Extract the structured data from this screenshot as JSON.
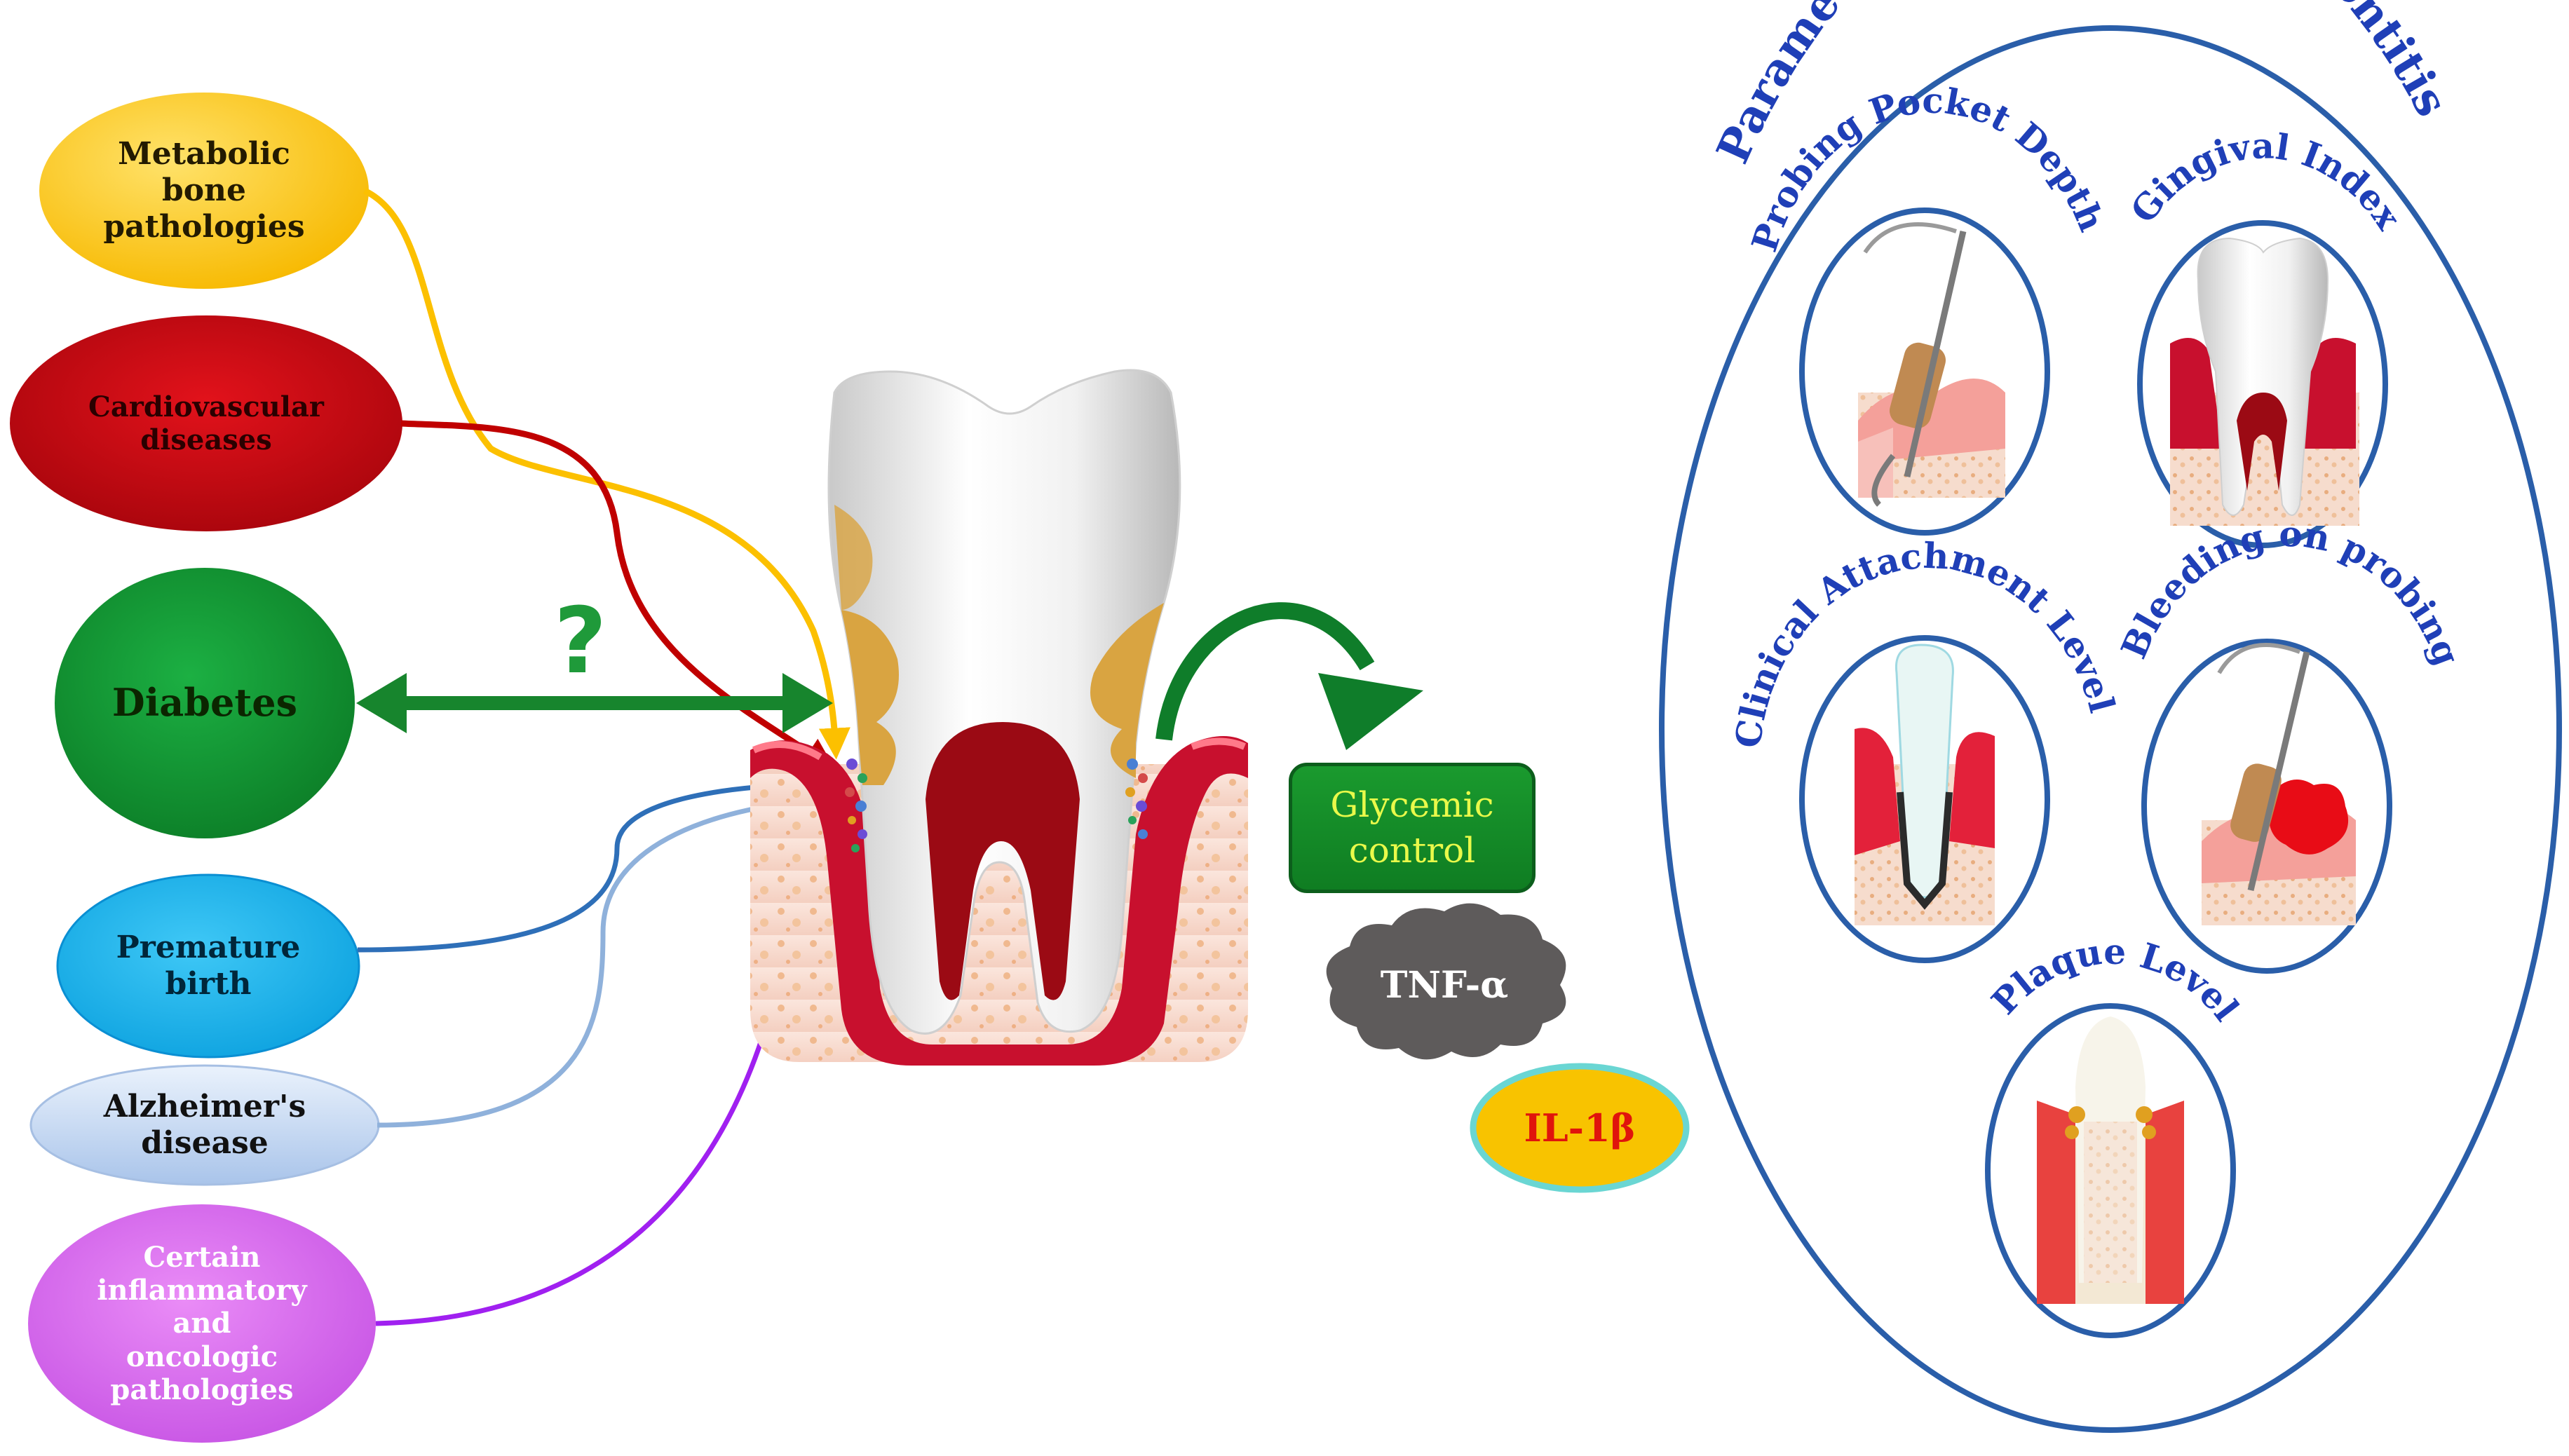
{
  "diagram": {
    "conditions": [
      {
        "id": "metabolic",
        "label": "Metabolic\nbone\npathologies",
        "color": "#fcc300",
        "link_color": "#fcc000"
      },
      {
        "id": "cardio",
        "label": "Cardiovascular\ndiseases",
        "color": "#c5050d",
        "link_color": "#c00000"
      },
      {
        "id": "diabetes",
        "label": "Diabetes",
        "color": "#129635",
        "link_color": "#17852d"
      },
      {
        "id": "premature",
        "label": "Premature\nbirth",
        "color": "#10b2ee",
        "link_color": "#2e6fb8"
      },
      {
        "id": "alzheimer",
        "label": "Alzheimer's\ndisease",
        "color": "#c3d6f2",
        "link_color": "#8fb1db"
      },
      {
        "id": "inflam",
        "label": "Certain\ninflammatory\nand\noncologic\npathologies",
        "color": "#dd6bf0",
        "link_color": "#a020f0"
      }
    ],
    "question_mark": "?",
    "glycemic_label": "Glycemic\ncontrol",
    "tnf_label": "TNF-α",
    "il_label": "IL-1β",
    "parameters": {
      "title": "Parameters involved in periodontitis",
      "items": [
        "Probing Pocket Depth",
        "Gingival Index",
        "Clinical Attachment Level",
        "Bleeding on probing",
        "Plaque Level"
      ]
    },
    "colors": {
      "accent_blue": "#2a5ea9",
      "title_blue": "#1f3fb7",
      "gum_red": "#c8102e",
      "tartar": "#d9a441",
      "bone": "#f7ddd2",
      "green_arrow": "#0f7d2a",
      "tnf_cloud": "#5e5b5b",
      "il_fill": "#f8c300",
      "il_border": "#6ad6d3"
    }
  }
}
